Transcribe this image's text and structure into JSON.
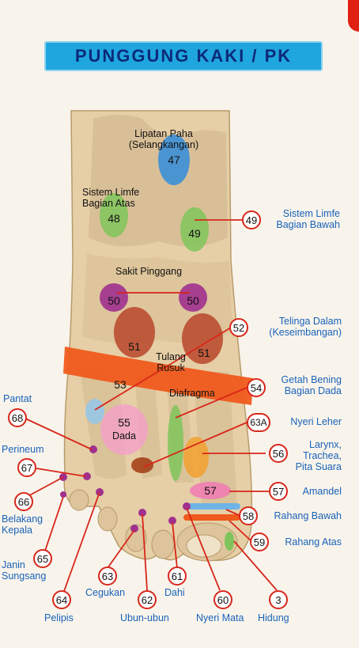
{
  "title": "PUNGGUNG KAKI / PK",
  "zones": {
    "z47": {
      "num": "47",
      "label": "Lipatan Paha\n(Selangkangan)"
    },
    "z48": {
      "num": "48",
      "label": "Sistem Limfe\nBagian Atas"
    },
    "z49": {
      "num": "49",
      "label": "Sistem Limfe\nBagian Bawah"
    },
    "z50": {
      "num": "50",
      "label": "Sakit Pinggang"
    },
    "z51": {
      "num": "51",
      "label": "Tulang\nRusuk"
    },
    "z52": {
      "num": "52",
      "label": "Telinga Dalam\n(Keseimbangan)"
    },
    "z53": {
      "num": "53",
      "label": "Diafragma"
    },
    "z54": {
      "num": "54",
      "label": "Getah Bening\nBagian Dada"
    },
    "z55": {
      "num": "55",
      "label": "Dada"
    },
    "z63a": {
      "num": "63A",
      "label": "Nyeri Leher"
    },
    "z56": {
      "num": "56",
      "label": "Larynx,\nTrachea,\nPita Suara"
    },
    "z57": {
      "num": "57",
      "label": "Amandel"
    },
    "z58": {
      "num": "58",
      "label": "Rahang Bawah"
    },
    "z59": {
      "num": "59",
      "label": "Rahang Atas"
    },
    "z68": {
      "num": "68",
      "label": "Pantat"
    },
    "z67": {
      "num": "67",
      "label": "Perineum"
    },
    "z66": {
      "num": "66",
      "label": "Belakang\nKepala"
    },
    "z65": {
      "num": "65",
      "label": "Janin\nSungsang"
    },
    "z64": {
      "num": "64",
      "label": "Pelipis"
    },
    "z63": {
      "num": "63",
      "label": "Cegukan"
    },
    "z62": {
      "num": "62",
      "label": "Ubun-ubun"
    },
    "z61": {
      "num": "61",
      "label": "Dahi"
    },
    "z60": {
      "num": "60",
      "label": "Nyeri Mata"
    },
    "z3": {
      "num": "3",
      "label": "Hidung"
    }
  },
  "colors": {
    "title_bg": "#1fa6de",
    "title_text": "#0c2a7a",
    "label_blue": "#1a62b8",
    "callout_red": "#d8261a",
    "zone_blue": "#3b8fd8",
    "zone_green": "#7fc45a",
    "zone_purple": "#a0308f",
    "zone_orange": "#f05a1c",
    "zone_pink": "#f4a0c8"
  }
}
